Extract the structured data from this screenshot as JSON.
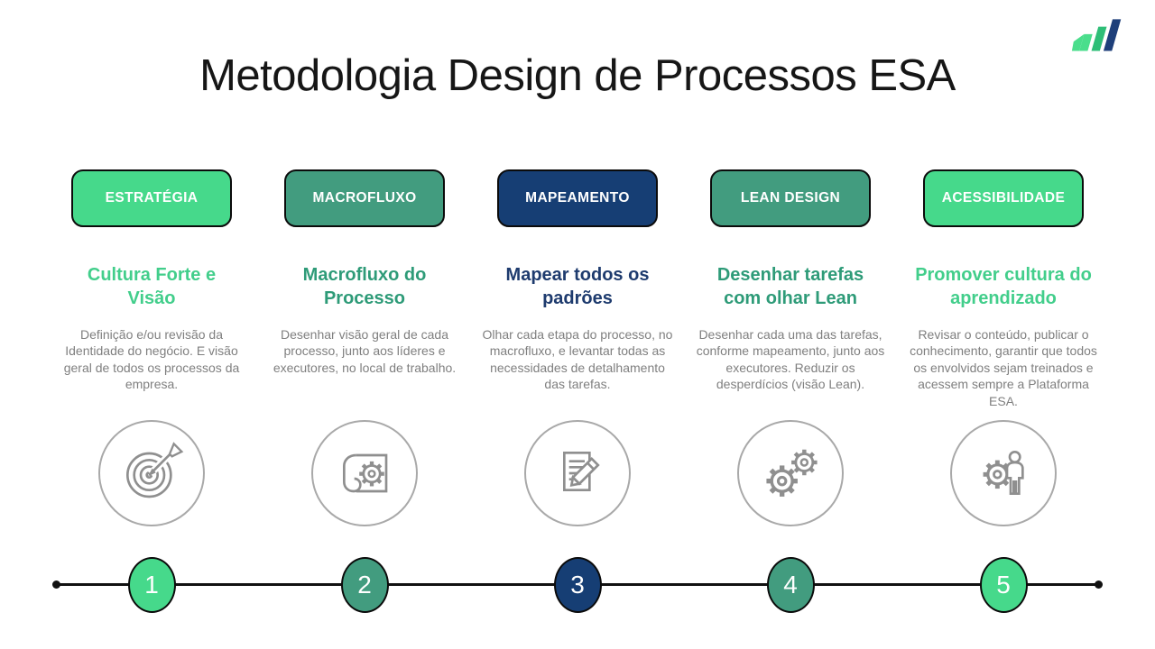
{
  "slide": {
    "title": "Metodologia Design de Processos ESA"
  },
  "colors": {
    "light_green": "#46D98B",
    "teal_green": "#429C7F",
    "navy_blue": "#163E74",
    "heading_light_green": "#42CE8B",
    "heading_teal": "#2E9B78",
    "heading_navy": "#1E3B6E",
    "body_gray": "#7f7f7f",
    "icon_gray": "#8f8f8f",
    "logo_green_light": "#4ADE8C",
    "logo_green_mid": "#2EBE77",
    "logo_navy": "#1E3F7A"
  },
  "steps": [
    {
      "number": "1",
      "badge": "ESTRATÉGIA",
      "accent": "#46D98B",
      "heading": "Cultura Forte e Visão",
      "heading_color": "#42CE8B",
      "description": "Definição e/ou revisão da Identidade do negócio. E visão geral de todos os processos da empresa.",
      "icon": "target-arrow-icon"
    },
    {
      "number": "2",
      "badge": "MACROFLUXO",
      "accent": "#429C7F",
      "heading": "Macrofluxo do Processo",
      "heading_color": "#2E9B78",
      "description": "Desenhar visão geral de cada processo, junto aos líderes e executores, no local de trabalho.",
      "icon": "blueprint-gear-icon"
    },
    {
      "number": "3",
      "badge": "MAPEAMENTO",
      "accent": "#163E74",
      "heading": "Mapear todos os padrões",
      "heading_color": "#1E3B6E",
      "description": "Olhar cada etapa do processo, no macrofluxo, e levantar todas as necessidades de detalhamento das tarefas.",
      "icon": "document-pencil-icon"
    },
    {
      "number": "4",
      "badge": "LEAN DESIGN",
      "accent": "#429C7F",
      "heading": "Desenhar tarefas com olhar Lean",
      "heading_color": "#2E9B78",
      "description": "Desenhar cada uma das tarefas, conforme mapeamento, junto aos executores. Reduzir os desperdícios (visão Lean).",
      "icon": "gears-icon"
    },
    {
      "number": "5",
      "badge": "ACESSIBILIDADE",
      "accent": "#46D98B",
      "heading": "Promover cultura do aprendizado",
      "heading_color": "#42CE8B",
      "description": "Revisar o conteúdo, publicar o conhecimento, garantir que todos os envolvidos sejam treinados e acessem sempre a Plataforma ESA.",
      "icon": "gear-person-icon"
    }
  ]
}
